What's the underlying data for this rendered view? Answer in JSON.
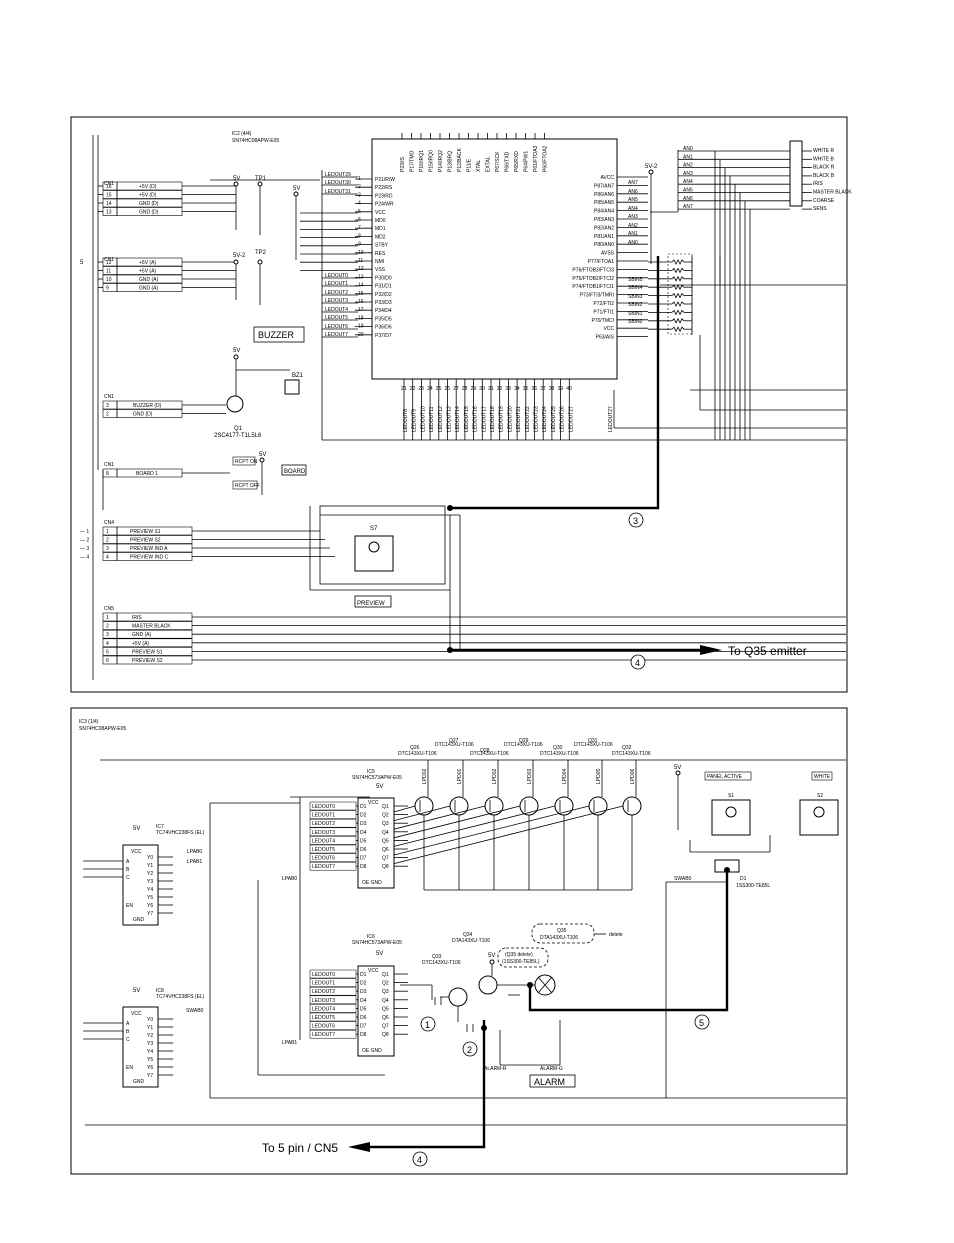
{
  "top": {
    "ic2_label": "IC2 (4/4)",
    "ic2_part": "SN74HC08APW-E05",
    "main_ic_pins_left": [
      "P21/R/W",
      "P22/RS",
      "P23/RD",
      "P24/WR",
      "VCC",
      "MD0",
      "MD1",
      "MD2",
      "STBY",
      "RES",
      "NMI",
      "VSS",
      "P30/D0",
      "P31/D1",
      "P32/D2",
      "P33/D3",
      "P34/D4",
      "P35/D5",
      "P36/D6",
      "P37/D7"
    ],
    "main_ic_pins_right": [
      "AVCC",
      "P87/AN7",
      "P86/AN6",
      "P85/AN5",
      "P84/AN4",
      "P83/AN3",
      "P82/AN2",
      "P81/AN1",
      "P80/AN0",
      "AVSS",
      "P77/FTOA1",
      "P76/FTOB3/FTCI3",
      "P75/FTOB2/FTCI2",
      "P74/FTOB1/FTCI1",
      "P73/FTI3/TMRI",
      "P72/FTI2",
      "P71/FTI1",
      "P70/TMCI",
      "VCC",
      "P63/AIS"
    ],
    "left_nets": [
      "LEDOUT29",
      "LEDOUT30",
      "LEDOUT31",
      "LEDOUT0",
      "LEDOUT1",
      "LEDOUT2",
      "LEDOUT3",
      "LEDOUT4",
      "LEDOUT5",
      "LEDOUT6",
      "LEDOUT7"
    ],
    "right_nets": [
      "AN7",
      "AN6",
      "AN5",
      "AN4",
      "AN3",
      "AN2",
      "AN1",
      "AN0",
      "SBIN5",
      "SBIN4",
      "SBIN3",
      "SBIN2",
      "SBIN1",
      "SBIN0"
    ],
    "an_bus": [
      "AN0",
      "AN1",
      "AN2",
      "AN3",
      "AN4",
      "AN5",
      "AN6",
      "AN7"
    ],
    "an_names": [
      "WHITE R",
      "WHITE B",
      "BLACK R",
      "BLACK B",
      "IRIS",
      "MASTER BLACK",
      "COARSE",
      "SENS"
    ],
    "cn1_groups": [
      [
        [
          "16",
          "+5V (D)"
        ],
        [
          "15",
          "+5V (D)"
        ],
        [
          "14",
          "GND (D)"
        ],
        [
          "13",
          "GND (D)"
        ]
      ],
      [
        [
          "12",
          "+5V (A)"
        ],
        [
          "11",
          "+5V (A)"
        ],
        [
          "10",
          "GND (A)"
        ],
        [
          "9",
          "GND (A)"
        ]
      ]
    ],
    "cn1_buzzer": [
      [
        "3",
        "BUZZER (D)"
      ],
      [
        "2",
        "GND (D)"
      ]
    ],
    "cn1_board": [
      [
        "8",
        "BOARD 1"
      ]
    ],
    "cn4": [
      [
        "1",
        "PREVIEW S1"
      ],
      [
        "2",
        "PREVIEW S2"
      ],
      [
        "3",
        "PREVIEW IND A"
      ],
      [
        "4",
        "PREVIEW IND C"
      ]
    ],
    "cn5": [
      [
        "1",
        "IRIS"
      ],
      [
        "2",
        "MASTER BLACK"
      ],
      [
        "3",
        "GND (A)"
      ],
      [
        "4",
        "+5V (A)"
      ],
      [
        "5",
        "PREVIEW S1"
      ],
      [
        "6",
        "PREVIEW S2"
      ]
    ],
    "cn1": "CN1",
    "cn4_label": "CN4",
    "cn5_label": "CN5",
    "buzzer": "BUZZER",
    "board": "BOARD",
    "preview": "PREVIEW",
    "rcpt_on": "RCPT ON",
    "rcpt_off": "RCPT OFF",
    "q1": "Q1",
    "q1_part": "2SC4177-T1L5L6",
    "bz1": "BZ1",
    "s7": "S7",
    "tp1": "TP1",
    "tp2": "TP2",
    "v5": "5V",
    "v5_2": "5V-2",
    "marker3": "3",
    "marker4": "4",
    "to_q35": "To Q35 emitter"
  },
  "bottom": {
    "ic3_label": "IC3 (1/4)",
    "ic3_part": "SN74HC08APW-E05",
    "ic5_label": "IC5",
    "ic5_part": "SN74HC573APW-E05",
    "ic6_label": "IC6",
    "ic6_part": "SN74HC573APW-E05",
    "ic7_label": "IC7",
    "ic7_part": "TC74VHC238FS (EL)",
    "ic8_label": "IC8",
    "ic8_part": "TC74VHC238FS (EL)",
    "latch_inputs": [
      "LEDOUT0",
      "LEDOUT1",
      "LEDOUT2",
      "LEDOUT3",
      "LEDOUT4",
      "LEDOUT5",
      "LEDOUT6",
      "LEDOUT7"
    ],
    "latch_pins_in": [
      "D1",
      "D2",
      "D3",
      "D4",
      "D5",
      "D6",
      "D7",
      "D8"
    ],
    "latch_pins_out": [
      "Q1",
      "Q2",
      "Q3",
      "Q4",
      "Q5",
      "Q6",
      "Q7",
      "Q8"
    ],
    "transistors": [
      "Q26",
      "Q27",
      "Q28",
      "Q29",
      "Q30",
      "Q31",
      "Q32"
    ],
    "tr_part": "DTC143XU-T106",
    "led_nets": [
      "LPD02",
      "LPD01",
      "LPD02",
      "LPD03",
      "LPD04",
      "LPD05",
      "LPD06"
    ],
    "lpab": [
      "LPAB0",
      "LPAB1"
    ],
    "panel_active": "PANEL ACTIVE",
    "white": "WHITE",
    "s1": "S1",
    "s2": "S2",
    "swab0": "SWAB0",
    "d1": "D1",
    "d1_part": "1SS300-TE85L",
    "q33": "Q33",
    "q33_part": "DTC143XU-T106",
    "q34": "Q34",
    "q34_part": "DTA143XU-T106",
    "q35": "Q35",
    "q35_part": "DTA143XU-T106",
    "q35_delete": "(Q35 delete)",
    "q35_delete_part": "(1SS300-TE85L)",
    "delete": "delete",
    "alarm": "ALARM",
    "alarm_r": "ALARM-R",
    "alarm_g": "ALARM-G",
    "v5": "5V",
    "marker1": "1",
    "marker2": "2",
    "marker5": "5",
    "marker4": "4",
    "to_cn5": "To 5 pin / CN5"
  }
}
